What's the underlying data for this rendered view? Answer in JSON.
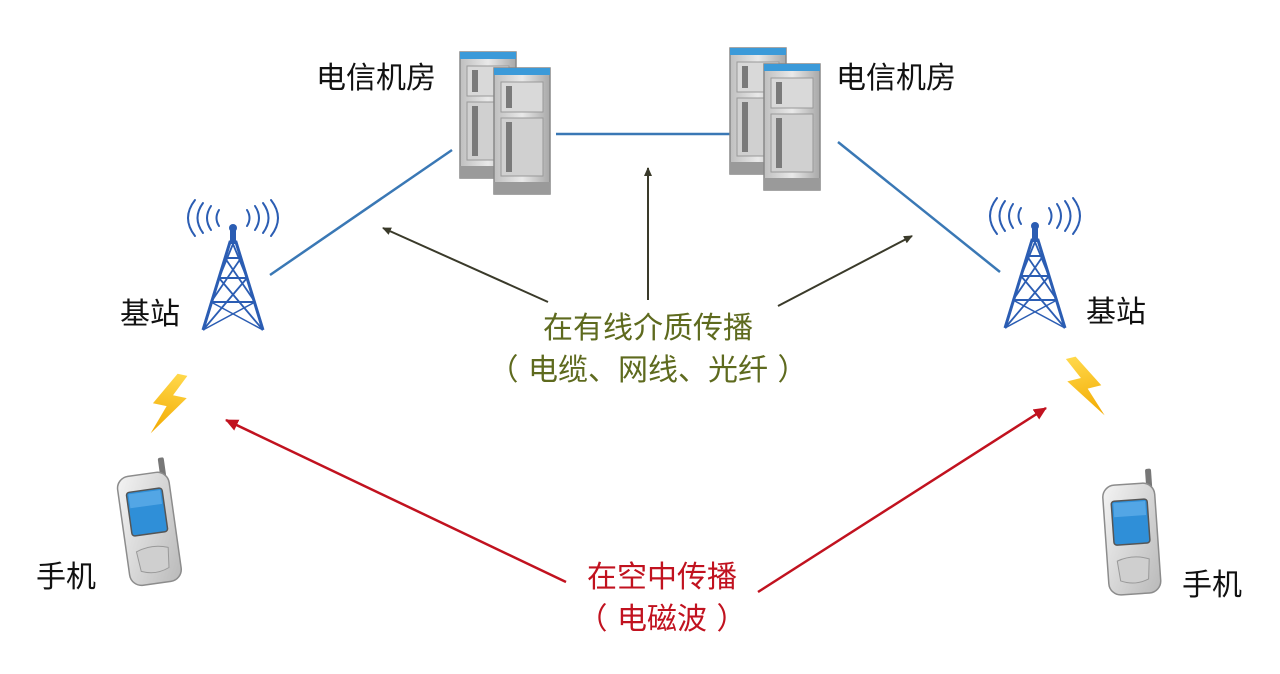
{
  "labels": {
    "server_left": "电信机房",
    "server_right": "电信机房",
    "tower_left": "基站",
    "tower_right": "基站",
    "phone_left": "手机",
    "phone_right": "手机"
  },
  "wired": {
    "line1": "在有线介质传播",
    "line2": "（ 电缆、网线、光纤 ）"
  },
  "wireless": {
    "line1": "在空中传播",
    "line2": "（ 电磁波 ）"
  },
  "colors": {
    "link_blue": "#3a78b5",
    "wired_arrow": "#3a3a2a",
    "wired_text": "#5e6a1e",
    "wireless_red": "#c1121f",
    "tower_blue": "#2b5db3",
    "lightning": "#f5b800",
    "server_gray": "#c8c8c8",
    "server_accent": "#3b9ad9",
    "phone_screen": "#2f8fd8"
  },
  "icons": [
    "server-rack-icon",
    "cell-tower-icon",
    "mobile-phone-icon",
    "lightning-icon",
    "signal-wave-icon"
  ]
}
